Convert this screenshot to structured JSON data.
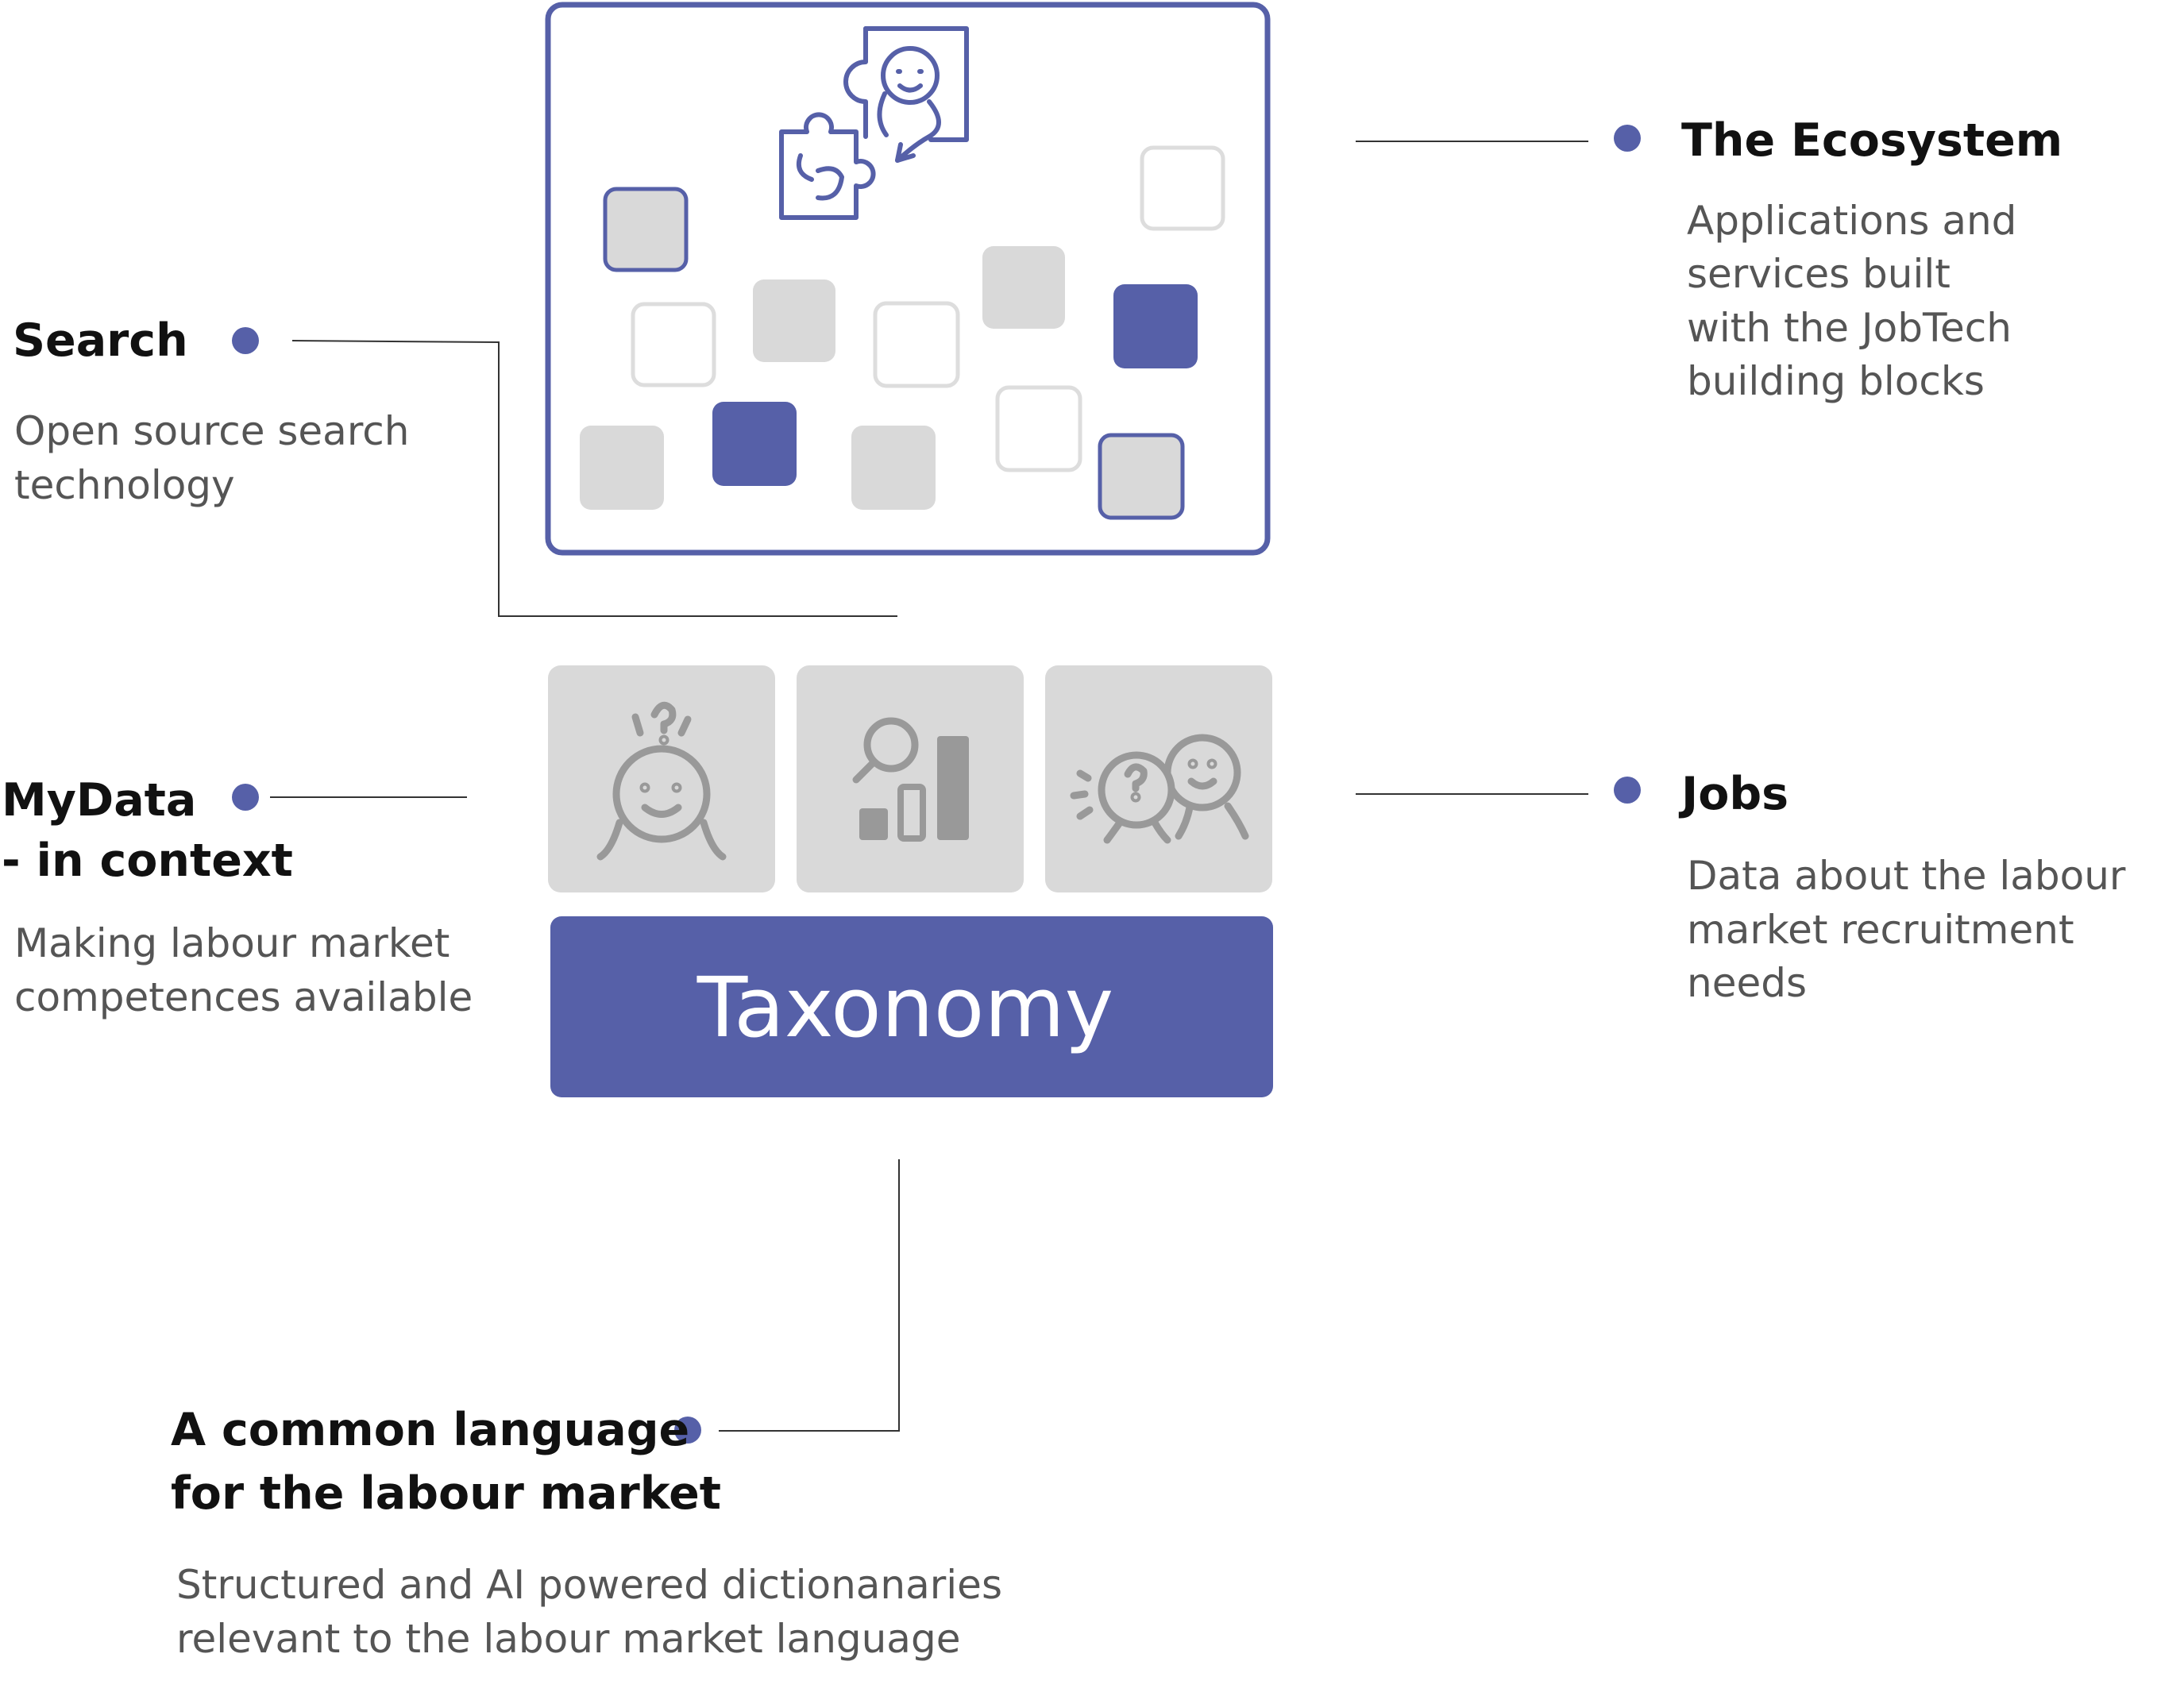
{
  "ecosystem": {
    "title": "The Ecosystem",
    "lines": [
      "Applications and",
      "services built",
      "with the JobTech",
      "building blocks"
    ]
  },
  "search": {
    "title": "Search",
    "lines": [
      "Open source search",
      "technology"
    ]
  },
  "mydata": {
    "title_lines": [
      "MyData",
      "- in context"
    ],
    "lines": [
      "Making labour market",
      "competences available"
    ]
  },
  "jobs": {
    "title": "Jobs",
    "lines": [
      "Data about the labour",
      "market recruitment",
      "needs"
    ]
  },
  "common": {
    "title_lines": [
      "A common language",
      "for the labour market"
    ],
    "lines": [
      "Structured and AI powered dictionanaries",
      "relevant to the labour market language"
    ]
  },
  "taxonomy": {
    "label": "Taxonomy"
  },
  "colors": {
    "accent": "#5660a8",
    "gray": "#d9d9d9",
    "icon": "#999999"
  },
  "icons": [
    "puzzle-person-icon",
    "thinking-person-icon",
    "search-chart-icon",
    "conversation-icon"
  ]
}
